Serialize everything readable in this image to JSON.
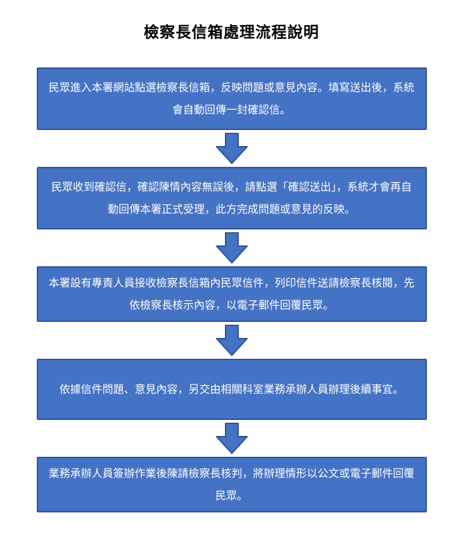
{
  "title": "檢察長信箱處理流程說明",
  "colors": {
    "page_bg": "#ffffff",
    "box_fill": "#4472C4",
    "box_border": "#2F5597",
    "box_text": "#ffffff",
    "title_color": "#000000"
  },
  "icons": {
    "flow_connector": "down-arrow"
  },
  "flow": {
    "steps": [
      {
        "text": "民眾進入本署網站點選檢察長信箱，反映問題或意見內容。填寫送出後，系統會自動回傳一封確認信。"
      },
      {
        "text": "民眾收到確認信，確認陳情內容無誤後，請點選「確認送出」，系統才會再自動回傳本署正式受理，此方完成問題或意見的反映。"
      },
      {
        "text": "本署設有專責人員接收檢察長信箱內民眾信件，列印信件送請檢察長核閱，先依檢察長核示內容，以電子郵件回覆民眾。"
      },
      {
        "text": "依據信件問題、意見內容，另交由相關科室業務承辦人員辦理後續事宜。"
      },
      {
        "text": "業務承辦人員簽辦作業後陳請檢察長核判，將辦理情形以公文或電子郵件回覆民眾。"
      }
    ]
  }
}
